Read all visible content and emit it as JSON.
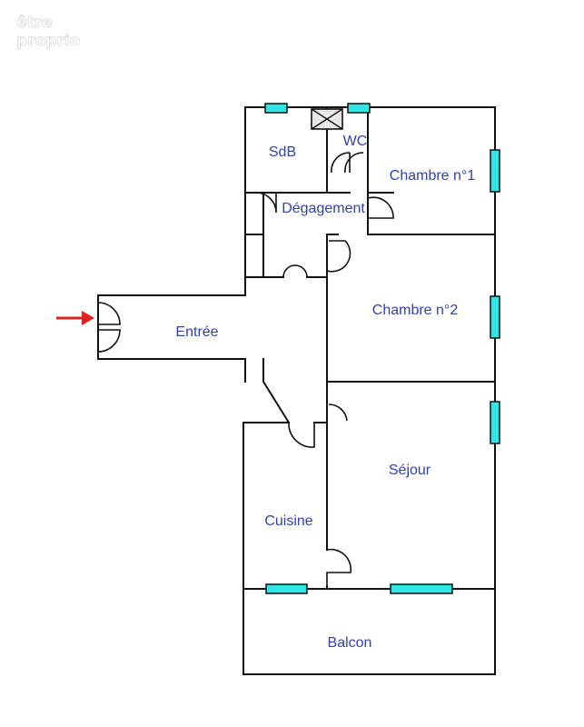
{
  "logo": {
    "line1": "être",
    "line2": "proprio"
  },
  "rooms": {
    "sdb": "SdB",
    "wc": "WC",
    "chambre1": "Chambre n°1",
    "degagement": "Dégagement",
    "chambre2": "Chambre n°2",
    "entree": "Entrée",
    "sejour": "Séjour",
    "cuisine": "Cuisine",
    "balcon": "Balcon"
  },
  "colors": {
    "window": "#2ee6e6",
    "entry_arrow": "#e02020",
    "labels": "#2f3fb5",
    "walls": "#111111"
  }
}
